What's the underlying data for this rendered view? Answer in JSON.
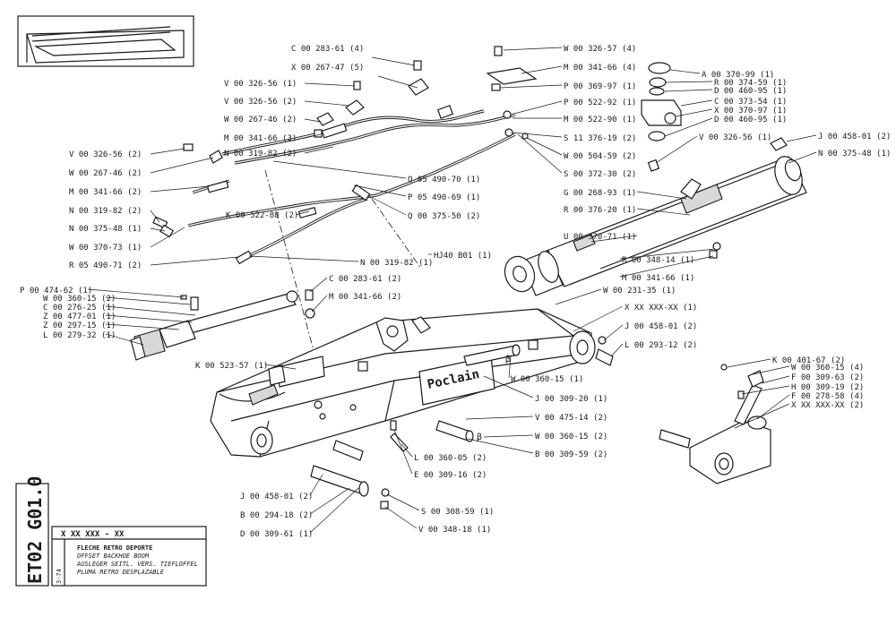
{
  "sheet": {
    "code": "ET02 G01.0",
    "part_number": "X XX XXX - XX",
    "date": "3-74",
    "titles": [
      "FLECHE RETRO DEPORTE",
      "OFFSET BACKHOE BOOM",
      "AUSLEGER SEITL. VERS. TIEFLOFFEL",
      "PLUMA RETRO DESPLAZABLE"
    ],
    "logo_text": "Poclain"
  },
  "callouts_top_center": [
    "C 00 283-61 (4)",
    "X 00 267-47 (5)",
    "V 00 326-56 (1)",
    "V 00 326-56 (2)",
    "W 00 267-46 (2)",
    "M 00 341-66 (3)",
    "N 00 319-82 (2)"
  ],
  "callouts_left": [
    "V 00 326-56 (2)",
    "W 00 267-46 (2)",
    "M 00 341-66 (2)",
    "N 00 319-82 (2)",
    "N 00 375-48 (1)",
    "W 00 370-73 (1)",
    "R 05 490-71 (2)"
  ],
  "callouts_upper_right": [
    "W 00 326-57 (4)",
    "M 00 341-66 (4)",
    "P 00 369-97 (1)",
    "P 00 522-92 (1)",
    "M 00 522-90 (1)",
    "S 11 376-19 (2)",
    "W 00 504-59 (2)",
    "S 00 372-30 (2)"
  ],
  "callouts_block": [
    "A 00 370-99 (1)",
    "R 00 374-59 (1)",
    "D 00 460-95 (1)",
    "C 00 373-54 (1)",
    "X 00 370-97 (1)",
    "D 00 460-95 (1)"
  ],
  "callouts_cylinder": [
    "V 00 326-56 (1)",
    "J 00 458-01 (2)",
    "N 00 375-48 (1)",
    "G 00 268-93 (1)",
    "R 00 376-20 (1)",
    "U 00 370-71 (1)",
    "HJ40 B01 (1)",
    "R 00 348-14 (1)",
    "M 00 341-66 (1)"
  ],
  "callouts_middle": [
    "Q 05 490-70 (1)",
    "P 05 490-69 (1)",
    "K 00 522-88 (2)",
    "Q 00 375-50 (2)",
    "N 00 319-82 (1)",
    "C 00 283-61 (2)",
    "M 00 341-66 (2)",
    "W 00 231-35 (1)",
    "X XX XXX-XX (1)",
    "J 00 458-01 (2)",
    "L 00 293-12 (2)"
  ],
  "callouts_rod": [
    "P 00 474-62 (1)",
    "W 00 360-15 (2)",
    "C 00 276-25 (1)",
    "Z 00 477-01 (1)",
    "Z 00 297-15 (1)",
    "L 00 279-32 (1)"
  ],
  "callouts_boom": [
    "K 00 523-57 (1)",
    "W 00 360-15 (1)",
    "J 00 309-20 (1)",
    "V 00 475-14 (2)",
    "W 00 360-15 (2)",
    "B 00 309-59 (2)",
    "L 00 360-05 (2)",
    "E 00 309-16 (2)",
    "J 00 458-01 (2)",
    "B 00 294-18 (2)",
    "D 00 309-61 (1)",
    "S 00 308-59 (1)",
    "V 00 348-18 (1)"
  ],
  "callouts_pivot": [
    "K 00 401-67 (2)",
    "W 00 360-15 (4)",
    "F 00 309-63 (2)",
    "H 00 309-19 (2)",
    "F 00 278-58 (4)",
    "X XX XXX-XX (2)"
  ],
  "markers": {
    "beta": "β"
  }
}
